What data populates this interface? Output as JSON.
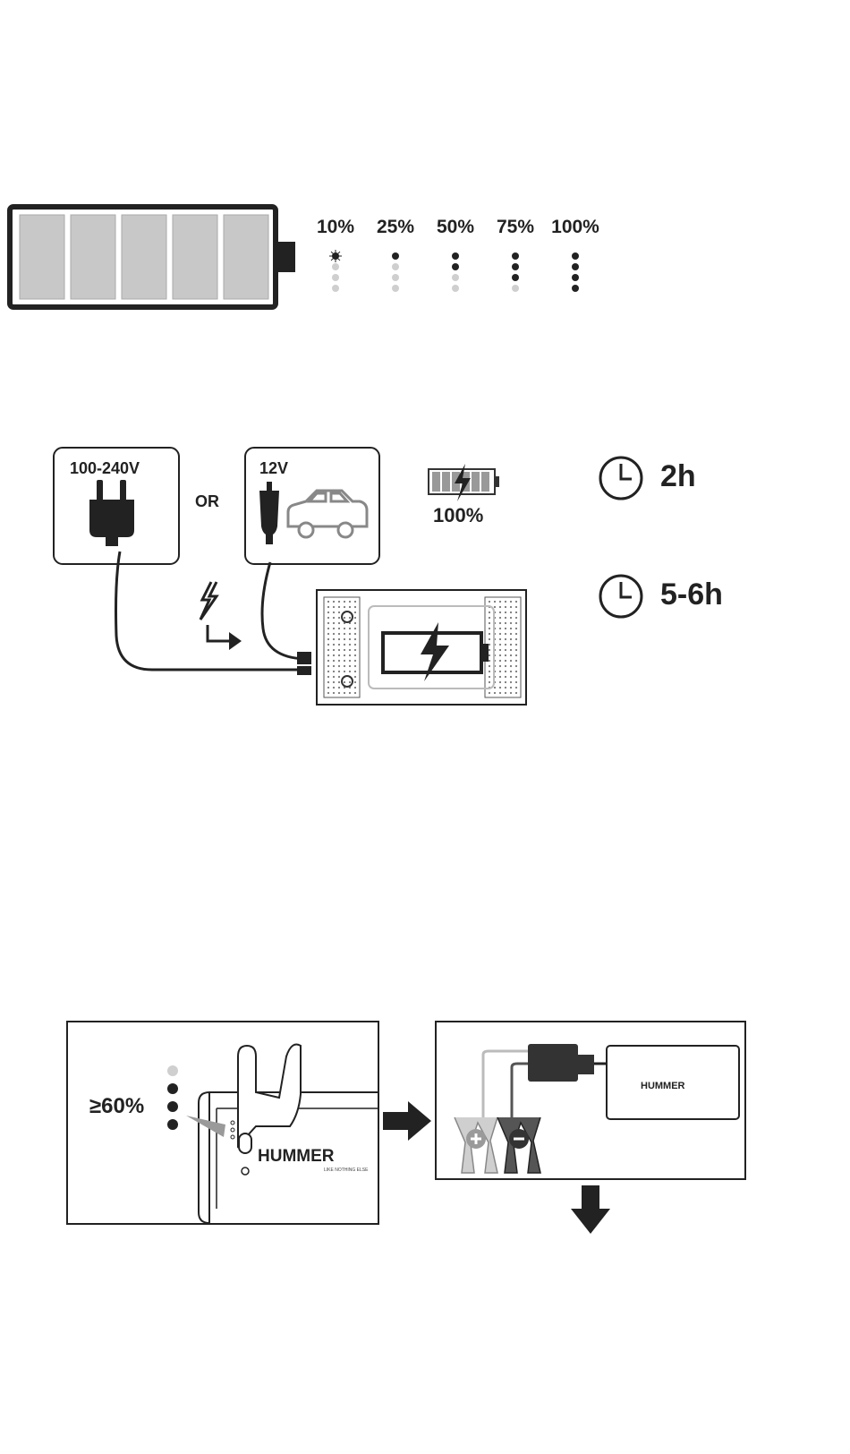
{
  "battery_levels": {
    "labels": [
      "10%",
      "25%",
      "50%",
      "75%",
      "100%"
    ],
    "lit_dots": [
      1,
      1,
      2,
      3,
      4
    ],
    "blinking_first": [
      true,
      false,
      false,
      false,
      false
    ]
  },
  "charging": {
    "ac_label": "100-240V",
    "or_label": "OR",
    "dc_label": "12V",
    "full_label": "100%",
    "times": [
      "2h",
      "5-6h"
    ]
  },
  "jump_start": {
    "threshold_label": "≥60%",
    "brand": "HUMMER",
    "model_text": "LIKE NOTHING ELSE"
  },
  "colors": {
    "ink": "#222222",
    "light_gray": "#cfcfcf",
    "mid_gray": "#9a9a9a",
    "cell_fill": "#c8c8c8"
  }
}
